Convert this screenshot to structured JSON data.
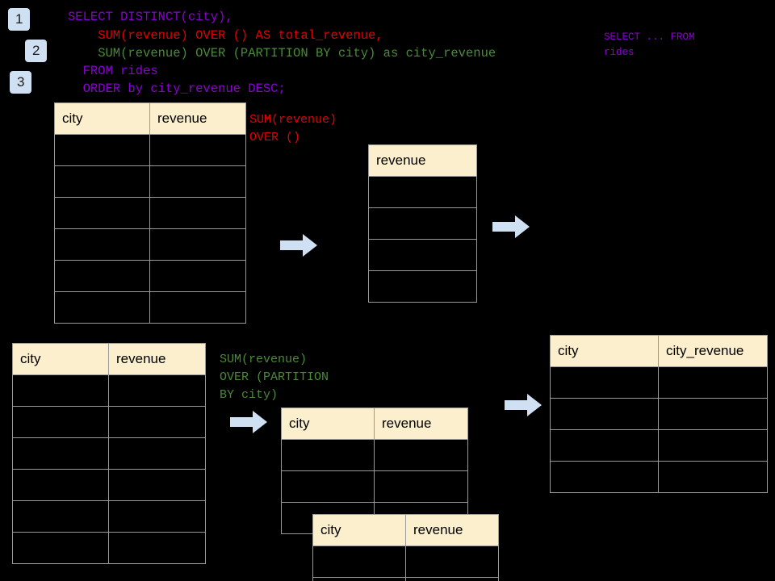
{
  "page": {
    "background": "#000000",
    "header_fill": "#fcefcd",
    "grid_stroke": "#9a9a9a",
    "arrow_fill": "#cfe0f2",
    "badge_fill": "#cfe0f2"
  },
  "badges": [
    {
      "label": "1"
    },
    {
      "label": "2"
    },
    {
      "label": "3"
    }
  ],
  "sql": {
    "line1": "SELECT DISTINCT(city),",
    "line2": "    SUM(revenue) OVER () AS total_revenue,",
    "line3": "    SUM(revenue) OVER (PARTITION BY city) as city_revenue",
    "line4": "  FROM rides",
    "line5": "  ORDER by city_revenue DESC;"
  },
  "side_note": {
    "line1": "SELECT ... FROM",
    "line2": "rides"
  },
  "annotations": {
    "total_revenue": "SUM(revenue)\nOVER ()",
    "city_revenue": "SUM(revenue)\nOVER (PARTITION\nBY city)"
  },
  "tables": {
    "source_top": {
      "name": "rides-source-top",
      "headers": [
        "city",
        "revenue"
      ],
      "body_rows": 6
    },
    "total_revenue": {
      "name": "total-revenue-intermediate",
      "headers": [
        "revenue"
      ],
      "body_rows": 4
    },
    "source_bottom": {
      "name": "rides-source-bottom",
      "headers": [
        "city",
        "revenue"
      ],
      "body_rows": 6
    },
    "partition_back": {
      "name": "partition-group-back",
      "headers": [
        "city",
        "revenue"
      ],
      "body_rows": 3
    },
    "partition_front": {
      "name": "partition-group-front",
      "headers": [
        "city",
        "revenue"
      ],
      "body_rows": 2
    },
    "result": {
      "name": "final-result",
      "headers": [
        "city",
        "city_revenue"
      ],
      "body_rows": 4
    }
  },
  "arrows": [
    {
      "name": "arrow-source-to-total"
    },
    {
      "name": "arrow-total-to-result"
    },
    {
      "name": "arrow-source-to-partition"
    },
    {
      "name": "arrow-partition-to-result"
    }
  ]
}
